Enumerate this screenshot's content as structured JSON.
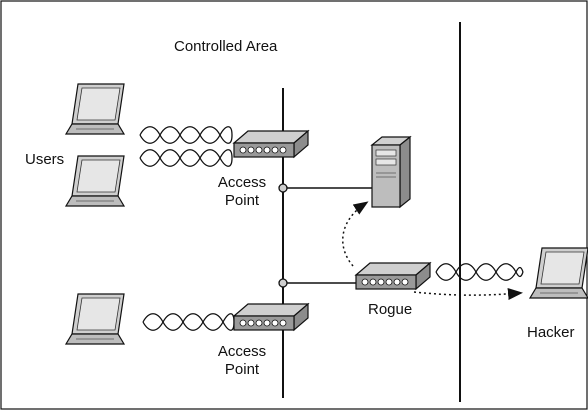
{
  "diagram": {
    "labels": {
      "controlled_area": "Controlled Area",
      "users": "Users",
      "access_point_top": [
        "Access",
        "Point"
      ],
      "access_point_bottom": [
        "Access",
        "Point"
      ],
      "rogue": "Rogue",
      "hacker": "Hacker"
    },
    "colors": {
      "line": "#111111",
      "device_body": "#9a9a9a",
      "device_top": "#cfcfcf",
      "device_port": "#ffffff",
      "screen": "#e6e6e6",
      "laptop_body": "#bdbdbd",
      "server_front": "#bdbdbd",
      "server_side": "#8c8c8c"
    },
    "icons": [
      "laptop-icon",
      "access-point-icon",
      "server-icon",
      "rogue-ap-icon",
      "wireless-signal-icon"
    ]
  }
}
